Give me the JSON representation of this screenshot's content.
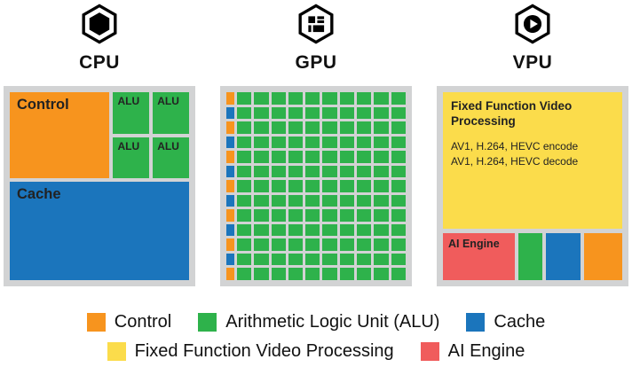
{
  "colors": {
    "control_orange": "#F7941E",
    "alu_green": "#2EB24B",
    "cache_blue": "#1B75BC",
    "video_yellow": "#FBDC4B",
    "ai_red": "#F05C5C",
    "panel_gray": "#D2D3D4"
  },
  "headers": [
    {
      "label": "CPU",
      "icon": "cpu-hexagon-chip-icon"
    },
    {
      "label": "GPU",
      "icon": "gpu-hexagon-die-icon"
    },
    {
      "label": "VPU",
      "icon": "vpu-hexagon-play-icon"
    }
  ],
  "cpu_panel": {
    "control_label": "Control",
    "alu_labels": [
      "ALU",
      "ALU",
      "ALU",
      "ALU"
    ],
    "cache_label": "Cache"
  },
  "gpu_panel": {
    "rows": 13,
    "green_columns_per_row": 10,
    "left_column_alternating": [
      "control",
      "cache"
    ]
  },
  "vpu_panel": {
    "video_title": "Fixed Function Video Processing",
    "video_lines": [
      "AV1, H.264, HEVC encode",
      "AV1, H.264, HEVC decode"
    ],
    "ai_label": "AI Engine"
  },
  "legend": {
    "rows": [
      [
        {
          "label": "Control",
          "color": "control_orange"
        },
        {
          "label": "Arithmetic Logic Unit (ALU)",
          "color": "alu_green"
        },
        {
          "label": "Cache",
          "color": "cache_blue"
        }
      ],
      [
        {
          "label": "Fixed Function Video Processing",
          "color": "video_yellow"
        },
        {
          "label": "AI Engine",
          "color": "ai_red"
        }
      ]
    ]
  }
}
